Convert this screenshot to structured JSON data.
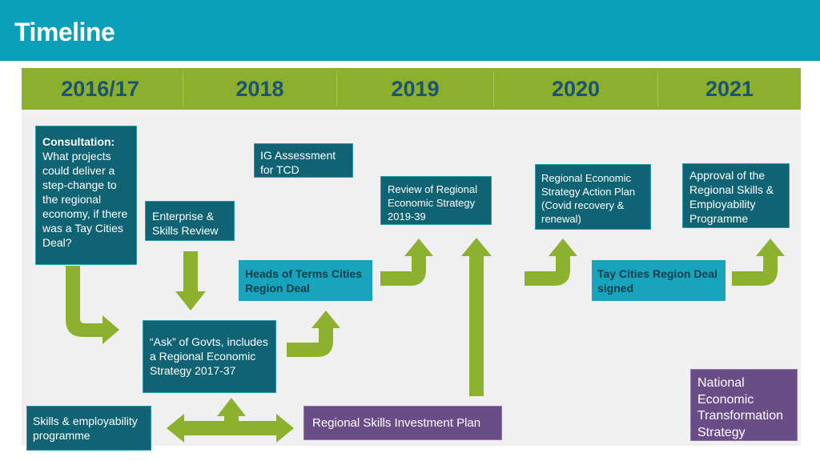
{
  "page": {
    "title": "Timeline"
  },
  "years": [
    "2016/17",
    "2018",
    "2019",
    "2020",
    "2021"
  ],
  "boxes": {
    "consultation_heading": "Consultation:",
    "consultation_body": "What projects could deliver a step-change to the regional economy, if there was a Tay Cities Deal?",
    "enterprise_review": "Enterprise & Skills Review",
    "ig_assessment": "IG Assessment for TCD",
    "heads_of_terms": "Heads of Terms Cities Region Deal",
    "ask_of_govts": "“Ask” of Govts, includes a Regional Economic Strategy 2017-37",
    "review_res": "Review of Regional Economic Strategy 2019-39",
    "res_action_plan": "Regional Economic Strategy Action Plan (Covid recovery & renewal)",
    "tay_cities_signed": "Tay Cities Region Deal signed",
    "approval_rsep": "Approval of the Regional Skills & Employability Programme",
    "skills_employability": "Skills & employability programme",
    "rsip": "Regional Skills Investment Plan",
    "nets": "National Economic Transformation Strategy"
  },
  "colors": {
    "header": "#0b9fb9",
    "year_bar": "#8caf2e",
    "year_text": "#1b5472",
    "box_teal": "#0f6373",
    "box_cyan": "#18a4bd",
    "box_purple": "#6a4c86",
    "arrow": "#8cb12f",
    "panel": "#f0f0f0"
  }
}
